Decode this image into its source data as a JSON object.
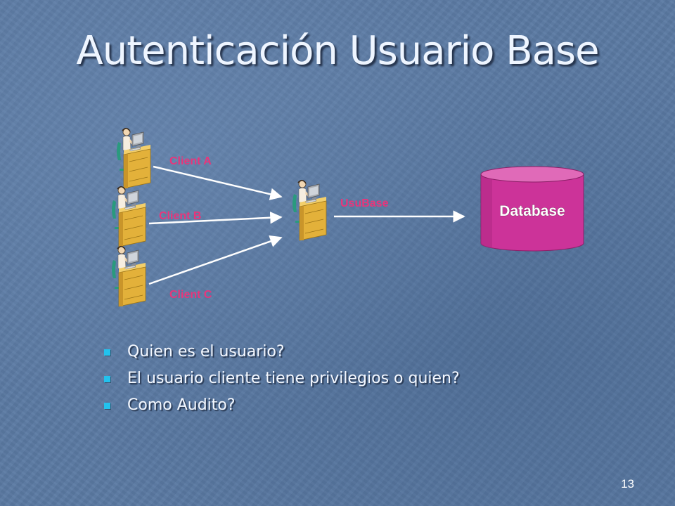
{
  "slide": {
    "title": "Autenticación Usuario Base",
    "page_number": "13"
  },
  "diagram": {
    "clients": [
      {
        "label": "Client A"
      },
      {
        "label": "Client B"
      },
      {
        "label": "Client C"
      }
    ],
    "middle": {
      "label": "UsuBase"
    },
    "database": {
      "label": "Database"
    },
    "colors": {
      "label": "#e8357b",
      "database_fill": "#cc3399",
      "arrow": "#ffffff",
      "desk": "#e3b13a"
    }
  },
  "bullets": [
    "Quien es el usuario?",
    "El usuario cliente tiene privilegios o quien?",
    "Como Audito?"
  ],
  "colors": {
    "background": "#5b7aa3",
    "bullet_marker": "#22c2ee",
    "title_text": "#eef5ff"
  }
}
